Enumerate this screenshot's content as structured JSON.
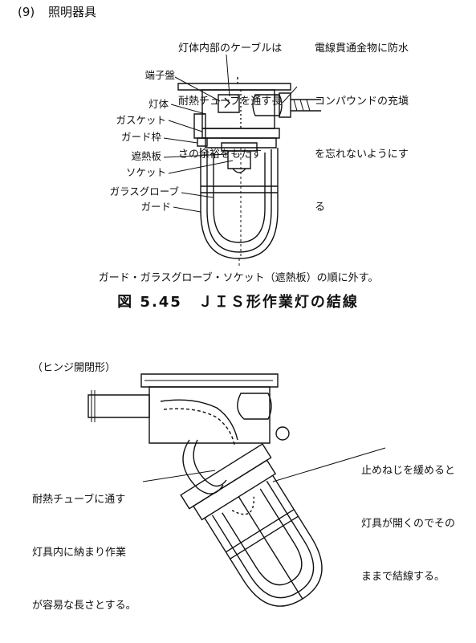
{
  "section": {
    "number": "(9)",
    "title": "照明器具"
  },
  "figure1": {
    "note_cable": [
      "灯体内部のケーブルは",
      "耐熱チューブを通す長",
      "さの余裕をもたす"
    ],
    "note_compound": [
      "電線貫通金物に防水",
      "コンパウンドの充塡",
      "を忘れないようにす",
      "る"
    ],
    "labels": [
      "端子盤",
      "灯体",
      "ガスケット",
      "ガード枠",
      "遮熱板",
      "ソケット",
      "ガラスグローブ",
      "ガード"
    ],
    "caption": "ガード・ガラスグローブ・ソケット（遮熱板）の順に外す。",
    "title": "図 5.45　ＪＩＳ形作業灯の結線"
  },
  "figure2": {
    "subtitle": "（ヒンジ開閉形）",
    "note_screw": [
      "止めねじを緩めると",
      "灯具が開くのでその",
      "ままで結線する。"
    ],
    "note_tube": [
      "耐熱チューブに通す",
      "灯具内に納まり作業",
      "が容易な長さとする。"
    ]
  }
}
